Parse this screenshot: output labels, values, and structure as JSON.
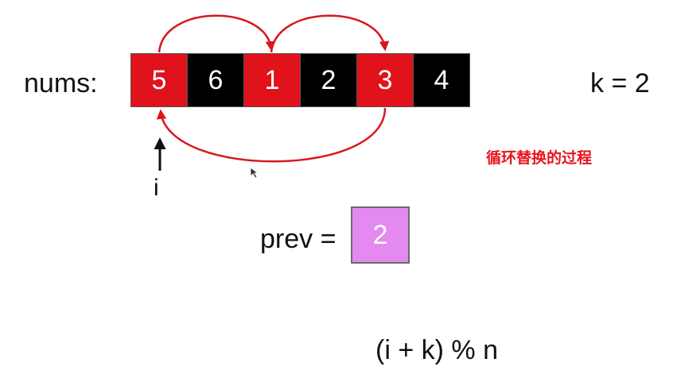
{
  "nums_label": "nums:",
  "cells": [
    {
      "value": "5",
      "color": "#e0121c"
    },
    {
      "value": "6",
      "color": "#000000"
    },
    {
      "value": "1",
      "color": "#e0121c"
    },
    {
      "value": "2",
      "color": "#000000"
    },
    {
      "value": "3",
      "color": "#e0121c"
    },
    {
      "value": "4",
      "color": "#000000"
    }
  ],
  "k_label": "k = 2",
  "caption": "循环替换的过程",
  "pointer_label": "i",
  "prev_label": "prev =",
  "prev_value": "2",
  "prev_color": "#e389f0",
  "formula": "(i + k) % n",
  "arrow_color": "#d9161e"
}
